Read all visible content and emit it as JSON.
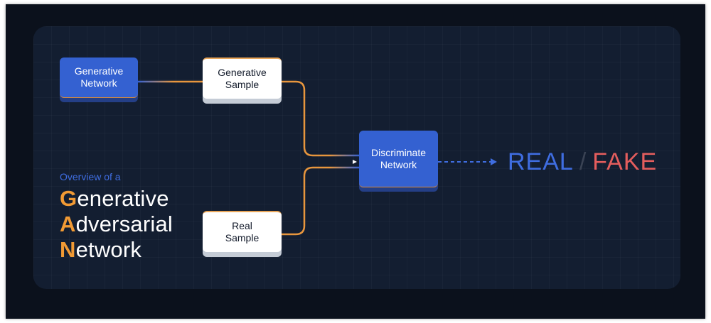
{
  "diagram": {
    "nodes": {
      "generative_network": {
        "line1": "Generative",
        "line2": "Network"
      },
      "generative_sample": {
        "line1": "Generative",
        "line2": "Sample"
      },
      "real_sample": {
        "line1": "Real",
        "line2": "Sample"
      },
      "discriminate_network": {
        "line1": "Discriminate",
        "line2": "Network"
      }
    },
    "edges": [
      {
        "from": "Generative Network",
        "to": "Generative Sample"
      },
      {
        "from": "Generative Sample",
        "to": "Discriminate Network"
      },
      {
        "from": "Real Sample",
        "to": "Discriminate Network"
      },
      {
        "from": "Discriminate Network",
        "to": "REAL / FAKE",
        "style": "dashed"
      }
    ],
    "output": {
      "real": "REAL",
      "separator": "/",
      "fake": "FAKE"
    }
  },
  "caption": {
    "subtitle": "Overview of a",
    "lines": [
      {
        "initial": "G",
        "rest": "enerative"
      },
      {
        "initial": "A",
        "rest": "dversarial"
      },
      {
        "initial": "N",
        "rest": "etwork"
      }
    ]
  },
  "colors": {
    "background": "#0b111c",
    "panel": "#131e31",
    "node_blue": "#3461d1",
    "accent_orange": "#f19a34",
    "real": "#3f6de0",
    "fake": "#e35d5d"
  }
}
